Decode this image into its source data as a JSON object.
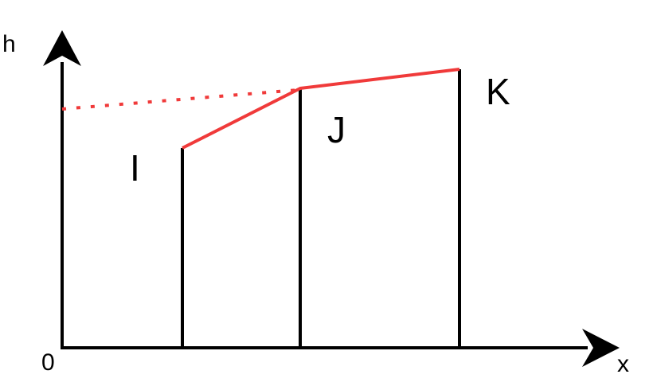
{
  "axes": {
    "y_label": "h",
    "x_label": "x",
    "origin_label": "0"
  },
  "points": [
    {
      "id": "I",
      "label": "I"
    },
    {
      "id": "J",
      "label": "J"
    },
    {
      "id": "K",
      "label": "K"
    }
  ],
  "colors": {
    "axis": "#000000",
    "profile": "#f03a3a"
  }
}
